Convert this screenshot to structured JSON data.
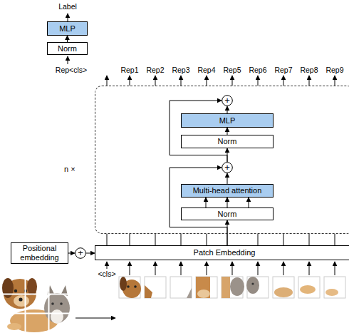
{
  "diagram": {
    "nodes": [
      {
        "text": [
          "MLP"
        ]
      },
      {
        "text": [
          "Norm"
        ]
      },
      {
        "text": [
          "n ×"
        ]
      },
      {
        "text": [
          "+"
        ],
        "in": 2
      },
      {
        "text": [
          "MLP"
        ],
        "in": 2
      },
      {
        "text": [
          "Norm"
        ],
        "in": 2
      },
      {
        "text": [
          "+"
        ],
        "in": 2
      },
      {
        "text": [
          "Multi-head attention"
        ],
        "in": 2
      },
      {
        "text": [
          "Norm"
        ],
        "in": 2
      },
      {
        "text": [
          "Positional embedding"
        ]
      },
      {
        "text": [
          "+"
        ]
      },
      {
        "text": [
          "Patch Embedding"
        ]
      }
    ],
    "edges": [
      {
        "from": 1,
        "to": 0,
        "arrow": "to"
      },
      {
        "from": 8,
        "to": 7,
        "arrow": "to"
      },
      {
        "from": 7,
        "to": 6,
        "arrow": "to"
      },
      {
        "from": 6,
        "to": 5,
        "arrow": "to"
      },
      {
        "from": 5,
        "to": 4,
        "arrow": "to"
      },
      {
        "from": 4,
        "to": 3,
        "arrow": "to"
      },
      {
        "from": 6,
        "to": 3,
        "arrow": "to"
      },
      {
        "from": 9,
        "to": 10,
        "arrow": "to"
      },
      {
        "from": 10,
        "to": 11,
        "arrow": "to"
      },
      {
        "from": 11,
        "to": 8,
        "arrow": "to"
      },
      {
        "from": 11,
        "to": 6,
        "arrow": "to"
      }
    ],
    "labels": [
      "Label",
      "Rep<cls>",
      "Rep1",
      "Rep2",
      "Rep3",
      "Rep4",
      "Rep5",
      "Rep6",
      "Rep7",
      "Rep8",
      "Rep9",
      "<cls>"
    ]
  }
}
